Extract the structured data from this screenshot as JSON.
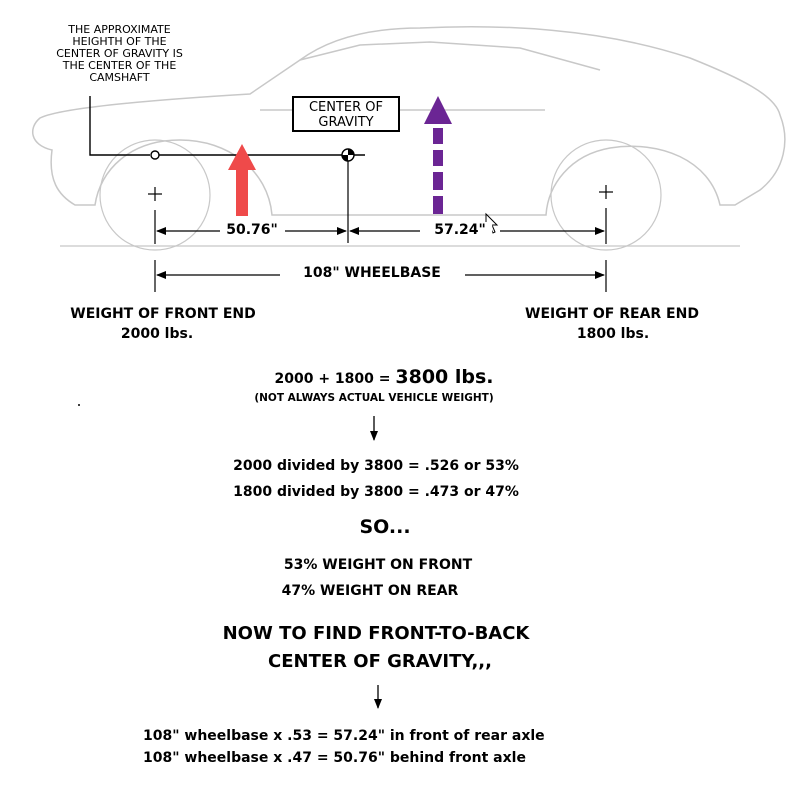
{
  "diagram": {
    "cg_note": "THE APPROXIMATE HEIGHTH OF THE CENTER OF GRAVITY IS THE CENTER OF THE CAMSHAFT",
    "cg_box": "CENTER OF GRAVITY",
    "dim_front": "50.76\"",
    "dim_rear": "57.24\"",
    "wheelbase": "108\" WHEELBASE",
    "front_weight_label": "WEIGHT OF FRONT END",
    "front_weight_value": "2000 lbs.",
    "rear_weight_label": "WEIGHT OF REAR END",
    "rear_weight_value": "1800 lbs.",
    "arrow_colors": {
      "front": "#ef4a4a",
      "rear": "#6b2594"
    }
  },
  "calc": {
    "sum_prefix": "2000 + 1800 =",
    "sum_result": "3800 lbs.",
    "sum_note": "(NOT ALWAYS ACTUAL VEHICLE WEIGHT)",
    "div1": "2000 divided by 3800 = .526 or 53%",
    "div2": "1800 divided by 3800 = .473 or 47%",
    "so": "SO...",
    "pct_front": "53% WEIGHT ON FRONT",
    "pct_rear": "47% WEIGHT ON REAR",
    "find_line1": "NOW TO FIND FRONT-TO-BACK",
    "find_line2": "CENTER OF GRAVITY,,,",
    "result1": "108\" wheelbase x .53 = 57.24\" in front of rear axle",
    "result2": "108\" wheelbase x .47 = 50.76\" behind front axle"
  }
}
